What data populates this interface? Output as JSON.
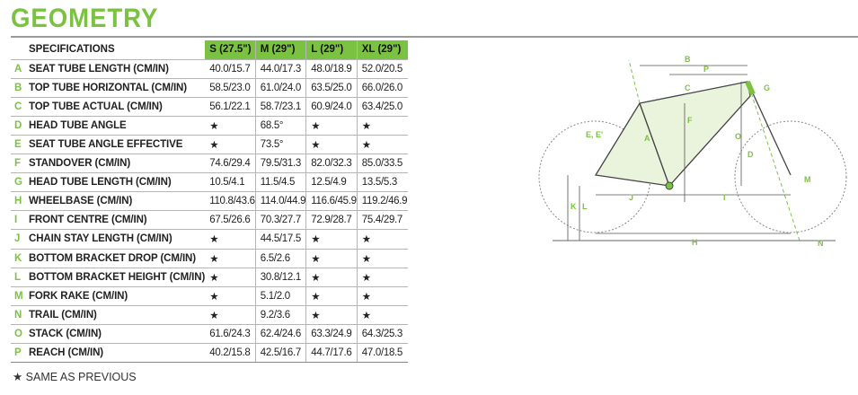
{
  "title": "GEOMETRY",
  "table": {
    "spec_header": "SPECIFICATIONS",
    "sizes": [
      "S (27.5\")",
      "M (29\")",
      "L (29\")",
      "XL (29\")"
    ],
    "rows": [
      {
        "letter": "A",
        "spec": "SEAT TUBE LENGTH (CM/IN)",
        "values": [
          "40.0/15.7",
          "44.0/17.3",
          "48.0/18.9",
          "52.0/20.5"
        ]
      },
      {
        "letter": "B",
        "spec": "TOP TUBE HORIZONTAL (CM/IN)",
        "values": [
          "58.5/23.0",
          "61.0/24.0",
          "63.5/25.0",
          "66.0/26.0"
        ]
      },
      {
        "letter": "C",
        "spec": "TOP TUBE ACTUAL (CM/IN)",
        "values": [
          "56.1/22.1",
          "58.7/23.1",
          "60.9/24.0",
          "63.4/25.0"
        ]
      },
      {
        "letter": "D",
        "spec": "HEAD TUBE ANGLE",
        "values": [
          "★",
          "68.5°",
          "★",
          "★"
        ]
      },
      {
        "letter": "E",
        "spec": "SEAT TUBE ANGLE EFFECTIVE",
        "values": [
          "★",
          "73.5°",
          "★",
          "★"
        ]
      },
      {
        "letter": "F",
        "spec": "STANDOVER (CM/IN)",
        "values": [
          "74.6/29.4",
          "79.5/31.3",
          "82.0/32.3",
          "85.0/33.5"
        ]
      },
      {
        "letter": "G",
        "spec": "HEAD TUBE LENGTH (CM/IN)",
        "values": [
          "10.5/4.1",
          "11.5/4.5",
          "12.5/4.9",
          "13.5/5.3"
        ]
      },
      {
        "letter": "H",
        "spec": "WHEELBASE (CM/IN)",
        "values": [
          "110.8/43.6",
          "114.0/44.9",
          "116.6/45.9",
          "119.2/46.9"
        ]
      },
      {
        "letter": "I",
        "spec": "FRONT CENTRE (CM/IN)",
        "values": [
          "67.5/26.6",
          "70.3/27.7",
          "72.9/28.7",
          "75.4/29.7"
        ]
      },
      {
        "letter": "J",
        "spec": "CHAIN STAY LENGTH (CM/IN)",
        "values": [
          "★",
          "44.5/17.5",
          "★",
          "★"
        ]
      },
      {
        "letter": "K",
        "spec": "BOTTOM BRACKET DROP (CM/IN)",
        "values": [
          "★",
          "6.5/2.6",
          "★",
          "★"
        ]
      },
      {
        "letter": "L",
        "spec": "BOTTOM BRACKET HEIGHT (CM/IN)",
        "values": [
          "★",
          "30.8/12.1",
          "★",
          "★"
        ]
      },
      {
        "letter": "M",
        "spec": "FORK RAKE (CM/IN)",
        "values": [
          "★",
          "5.1/2.0",
          "★",
          "★"
        ]
      },
      {
        "letter": "N",
        "spec": "TRAIL (CM/IN)",
        "values": [
          "★",
          "9.2/3.6",
          "★",
          "★"
        ]
      },
      {
        "letter": "O",
        "spec": "STACK (CM/IN)",
        "values": [
          "61.6/24.3",
          "62.4/24.6",
          "63.3/24.9",
          "64.3/25.3"
        ]
      },
      {
        "letter": "P",
        "spec": "REACH (CM/IN)",
        "values": [
          "40.2/15.8",
          "42.5/16.7",
          "44.7/17.6",
          "47.0/18.5"
        ]
      }
    ]
  },
  "footnote": "★ SAME AS PREVIOUS",
  "diagram": {
    "labels": {
      "a": "A",
      "b": "B",
      "c": "C",
      "d": "D",
      "e": "E, E'",
      "f": "F",
      "g": "G",
      "h": "H",
      "i": "I",
      "j": "J",
      "k": "K",
      "l": "L",
      "m": "M",
      "n": "N",
      "o": "O",
      "p": "P"
    },
    "frame_color": "#7cc242",
    "accent_color": "#7cc242"
  }
}
